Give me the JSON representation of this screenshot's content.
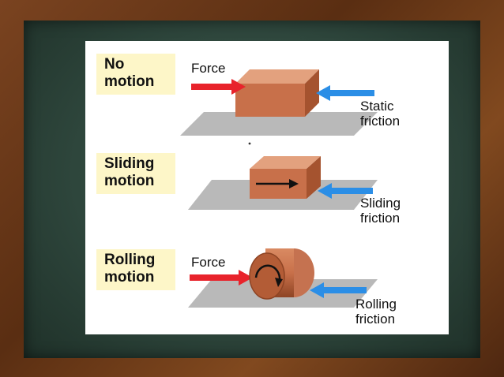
{
  "rows": [
    {
      "label_line1": "No",
      "label_line2": "motion",
      "force_label": "Force",
      "friction_line1": "Static",
      "friction_line2": "friction"
    },
    {
      "label_line1": "Sliding",
      "label_line2": "motion",
      "force_label": "",
      "friction_line1": "Sliding",
      "friction_line2": "friction"
    },
    {
      "label_line1": "Rolling",
      "label_line2": "motion",
      "force_label": "Force",
      "friction_line1": "Rolling",
      "friction_line2": "friction"
    }
  ],
  "colors": {
    "force_arrow": "#e8232b",
    "friction_arrow": "#2b8ee6",
    "object": "#c8704a",
    "surface": "#b9b9b9",
    "label_bg": "#fdf6c8",
    "board": "#2e463c",
    "frame": "#6b3a1c"
  }
}
